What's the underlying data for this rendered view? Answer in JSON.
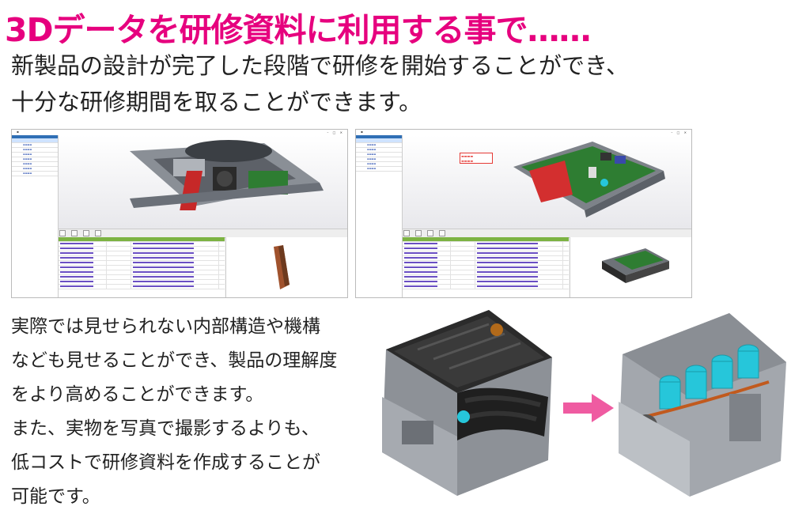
{
  "headline": "3Dデータを研修資料に利用する事で……",
  "intro_lines": [
    "新製品の設計が完了した段階で研修を開始することができ、",
    "十分な研修期間を取ることができます。"
  ],
  "body_lines": [
    "実際では見せられない内部構造や機構",
    "なども見せることができ、製品の理解度",
    "をより高めることができます。",
    "また、実物を写真で撮影するよりも、",
    "低コストで研修資料を作成することが",
    "可能です。"
  ],
  "colors": {
    "headline": "#e6007e",
    "arrow": "#ef5ba1",
    "table_header": "#7cb342",
    "tree_header": "#2f6fb5",
    "pcb": "#2e7d32",
    "cable": "#c62828",
    "cutaway": "#26c6da"
  },
  "icons": [
    "window-close-icon",
    "tool-icon",
    "arrow-right-icon"
  ]
}
